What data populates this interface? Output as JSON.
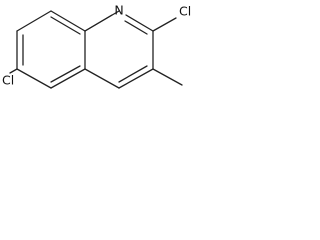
{
  "molecule": {
    "atoms": {
      "ring_nitrogen": "N",
      "chlorine_position_2": "Cl",
      "chlorine_position_6": "Cl"
    }
  }
}
